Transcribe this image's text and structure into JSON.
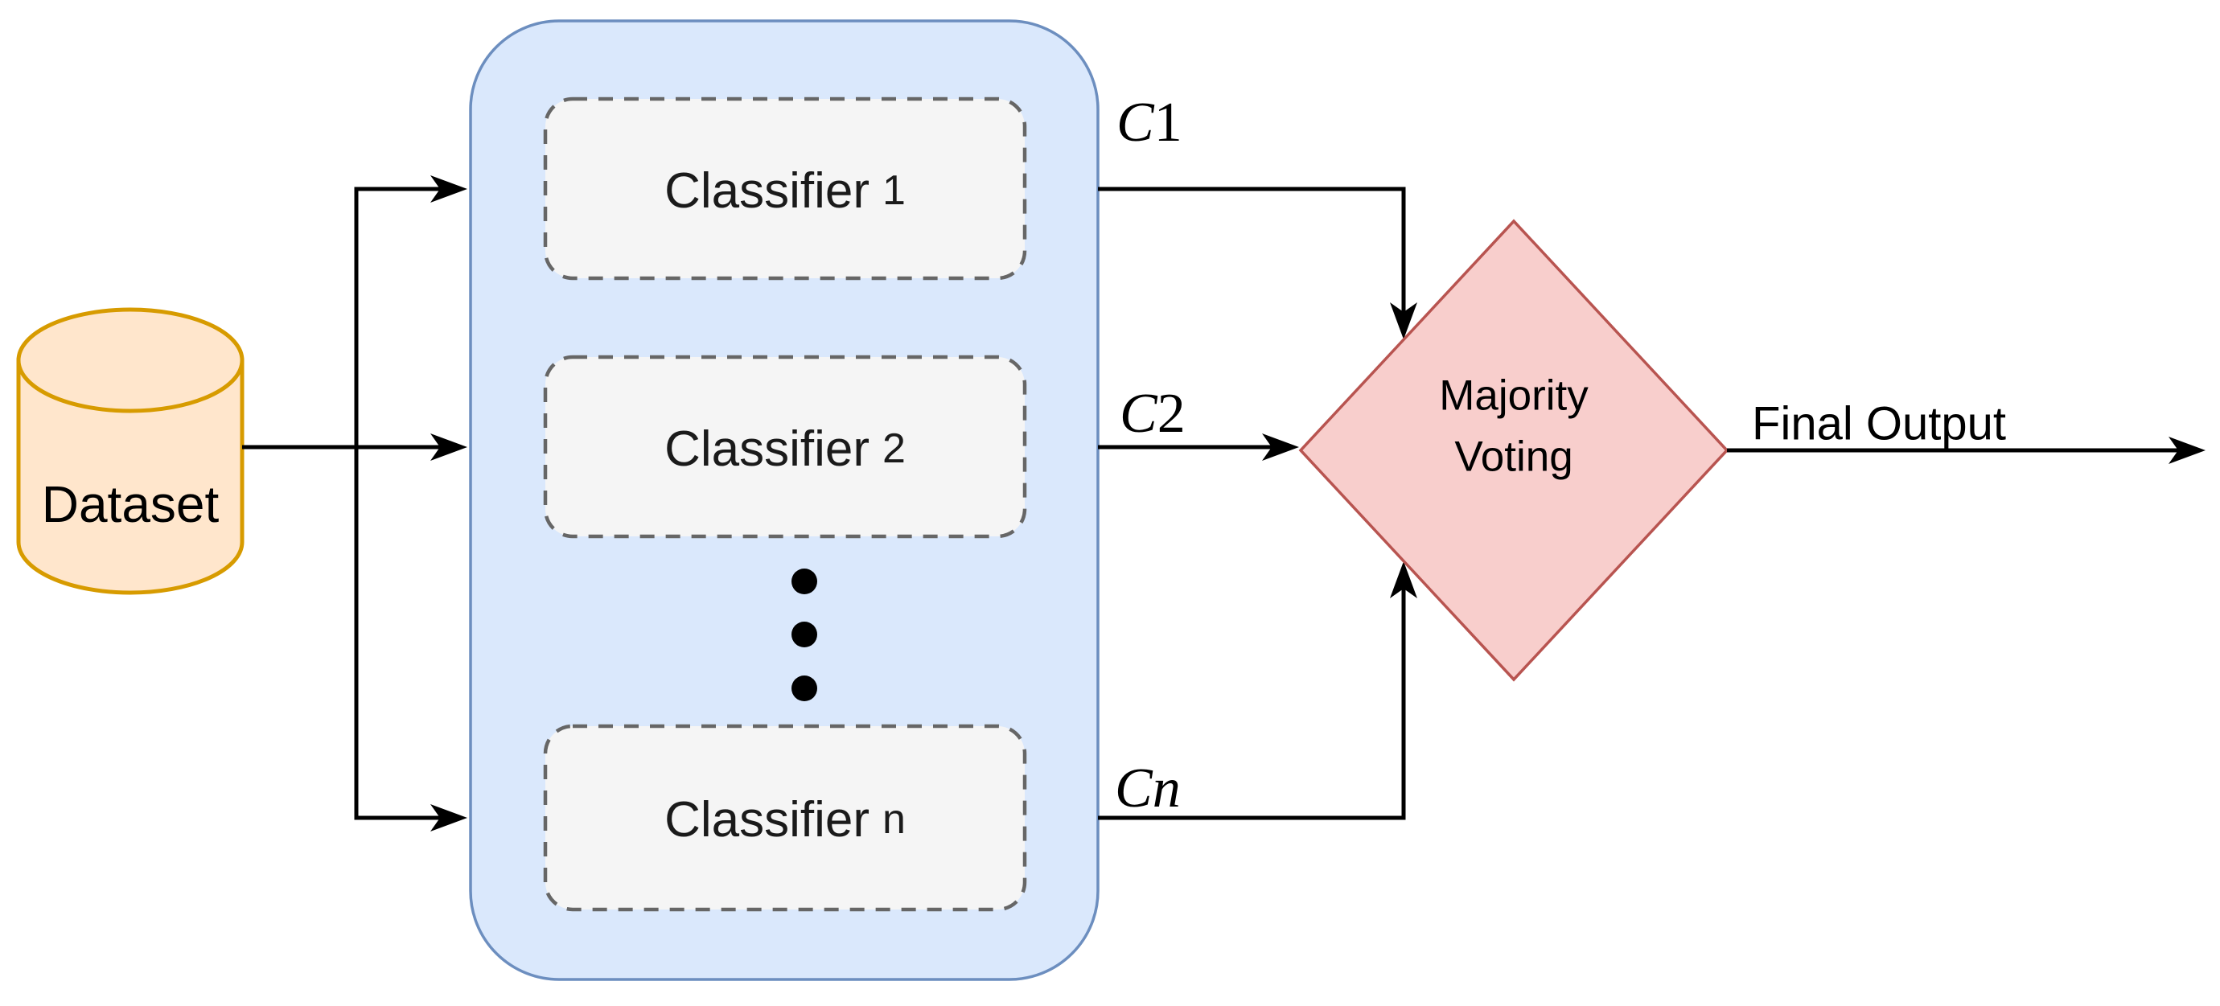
{
  "diagram": {
    "title_hint": "Ensemble majority-voting classifier diagram",
    "dataset": {
      "label": "Dataset",
      "fill": "#FFE6CC",
      "stroke": "#D79B00"
    },
    "ensemble_container": {
      "fill": "#DAE8FC",
      "stroke": "#6C8EBF"
    },
    "classifier_style": {
      "fill": "#F5F5F5",
      "stroke": "#666666"
    },
    "classifiers": [
      {
        "prefix": "Classifier",
        "suffix": "1"
      },
      {
        "prefix": "Classifier",
        "suffix": "2"
      },
      {
        "prefix": "Classifier",
        "suffix": "n"
      }
    ],
    "ellipsis_dots": 3,
    "outputs": [
      {
        "var": "C",
        "sub": "1",
        "sub_class": "c-sub upright"
      },
      {
        "var": "C",
        "sub": "2",
        "sub_class": "c-sub upright"
      },
      {
        "var": "C",
        "sub": "n",
        "sub_class": "c-sub italic"
      }
    ],
    "voting": {
      "lines": [
        "Majority",
        "Voting"
      ],
      "fill": "#F8CECC",
      "stroke": "#B85450"
    },
    "final_output_label": "Final Output",
    "edge_color": "#000000"
  }
}
